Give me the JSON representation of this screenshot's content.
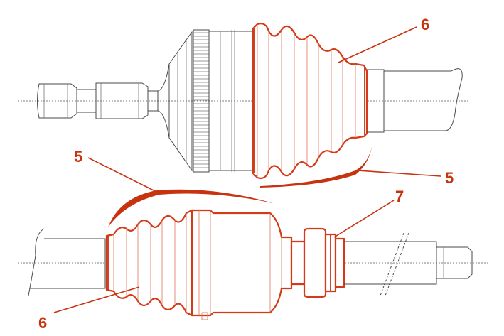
{
  "callouts": {
    "top_boot": "6",
    "top_band_right": "5",
    "bottom_band_left": "5",
    "bottom_clamp": "7",
    "bottom_boot": "6"
  },
  "colors": {
    "accent": "#c8330f",
    "ink": "#4a4a4a"
  }
}
